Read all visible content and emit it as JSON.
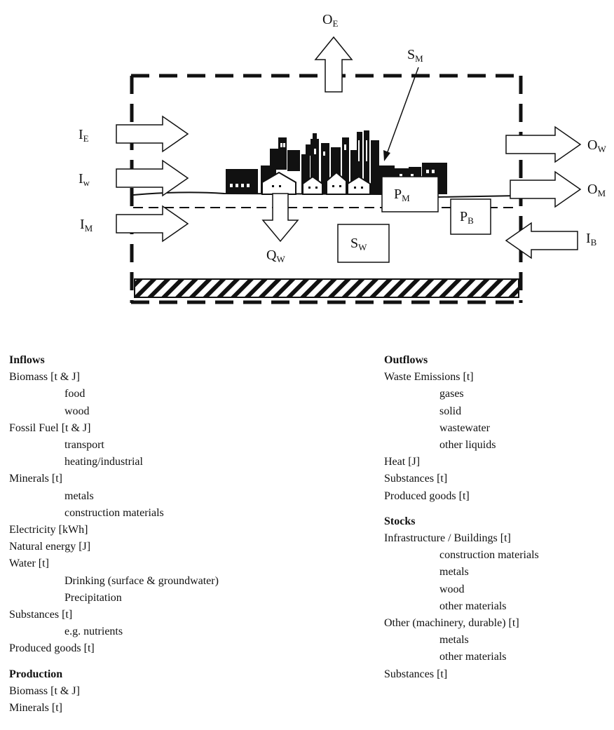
{
  "diagram": {
    "labels": {
      "OE": {
        "main": "O",
        "sub": "E"
      },
      "SM": {
        "main": "S",
        "sub": "M"
      },
      "IE": {
        "main": "I",
        "sub": "E"
      },
      "Iw": {
        "main": "I",
        "sub": "w"
      },
      "IM": {
        "main": "I",
        "sub": "M"
      },
      "OW": {
        "main": "O",
        "sub": "W"
      },
      "OM": {
        "main": "O",
        "sub": "M"
      },
      "IB": {
        "main": "I",
        "sub": "B"
      },
      "QW": {
        "main": "Q",
        "sub": "W"
      },
      "SW": {
        "main": "S",
        "sub": "W"
      },
      "PM": {
        "main": "P",
        "sub": "M"
      },
      "PB": {
        "main": "P",
        "sub": "B"
      }
    }
  },
  "legend": {
    "inflows": {
      "heading": "Inflows",
      "items": [
        {
          "text": "Biomass [t & J]",
          "sub": [
            "food",
            "wood"
          ]
        },
        {
          "text": "Fossil Fuel [t & J]",
          "sub": [
            "transport",
            "heating/industrial"
          ]
        },
        {
          "text": "Minerals [t]",
          "sub": [
            "metals",
            "construction materials"
          ]
        },
        {
          "text": "Electricity [kWh]",
          "sub": []
        },
        {
          "text": "Natural energy [J]",
          "sub": []
        },
        {
          "text": "Water [t]",
          "sub": [
            "Drinking (surface & groundwater)",
            "Precipitation"
          ]
        },
        {
          "text": "Substances [t]",
          "sub": [
            "e.g. nutrients"
          ]
        },
        {
          "text": "Produced goods [t]",
          "sub": []
        }
      ]
    },
    "production": {
      "heading": "Production",
      "items": [
        {
          "text": "Biomass [t & J]",
          "sub": []
        },
        {
          "text": "Minerals [t]",
          "sub": []
        }
      ]
    },
    "outflows": {
      "heading": "Outflows",
      "items": [
        {
          "text": "Waste Emissions [t]",
          "sub": [
            "gases",
            "solid",
            "wastewater",
            "other liquids"
          ]
        },
        {
          "text": "Heat [J]",
          "sub": []
        },
        {
          "text": "Substances [t]",
          "sub": []
        },
        {
          "text": "Produced goods [t]",
          "sub": []
        }
      ]
    },
    "stocks": {
      "heading": "Stocks",
      "items": [
        {
          "text": "Infrastructure / Buildings [t]",
          "sub": [
            "construction materials",
            "metals",
            "wood",
            "other materials"
          ]
        },
        {
          "text": "Other (machinery, durable) [t]",
          "sub": [
            "metals",
            "other materials"
          ]
        },
        {
          "text": "Substances [t]",
          "sub": []
        }
      ]
    }
  }
}
